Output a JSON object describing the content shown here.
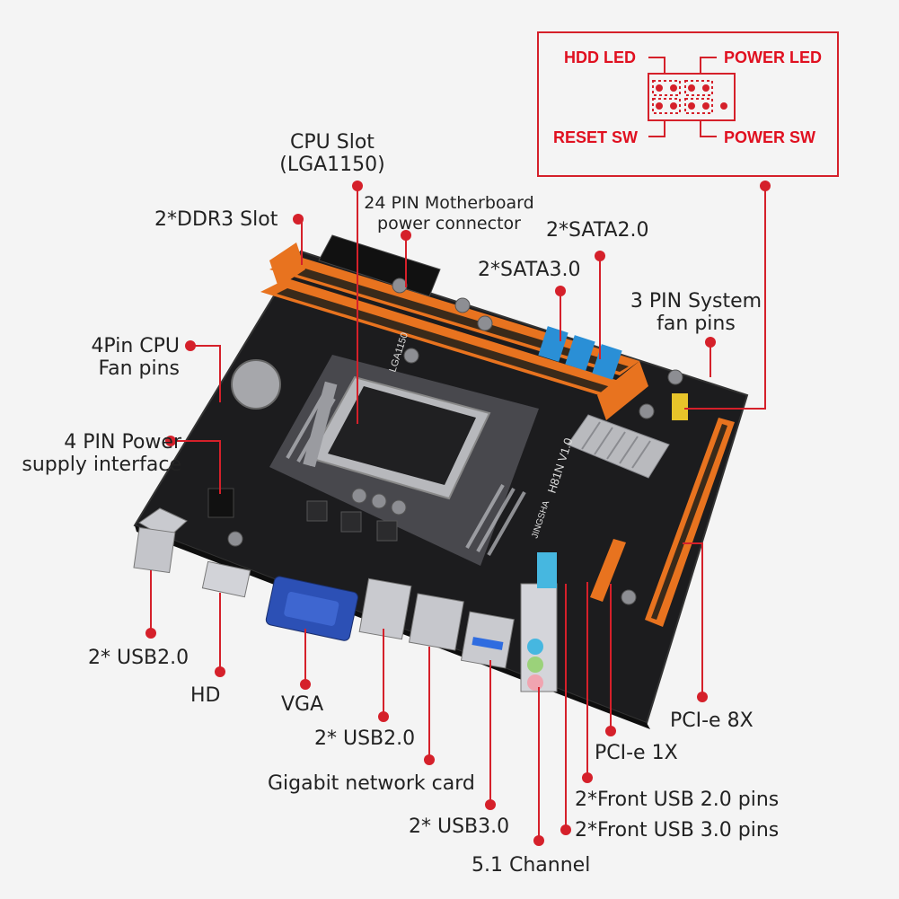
{
  "front_panel": {
    "hdd_led": "HDD  LED",
    "power_led": "POWER LED",
    "reset_sw": "RESET SW",
    "power_sw": "POWER SW"
  },
  "board_silkscreen": {
    "socket": "LGA1150",
    "model": "H81N  V1.0",
    "brand": "JINGSHA"
  },
  "callouts": {
    "cpu_slot_line1": "CPU Slot",
    "cpu_slot_line2": "(LGA1150)",
    "ddr3": "2*DDR3 Slot",
    "power24_line1": "24 PIN Motherboard",
    "power24_line2": "power connector",
    "sata2": "2*SATA2.0",
    "sata3": "2*SATA3.0",
    "sysfan_line1": "3 PIN System",
    "sysfan_line2": "fan pins",
    "cpufan_line1": "4Pin CPU",
    "cpufan_line2": "Fan pins",
    "power4_line1": "4 PIN Power",
    "power4_line2": "supply interface",
    "usb2_left": "2* USB2.0",
    "hd": "HD",
    "vga": "VGA",
    "usb2_mid": "2* USB2.0",
    "gigabit": "Gigabit network card",
    "usb3": "2* USB3.0",
    "audio": "5.1 Channel",
    "front_usb3": "2*Front USB 3.0 pins",
    "front_usb2": "2*Front USB 2.0 pins",
    "pcie1x": "PCI-e 1X",
    "pcie8x": "PCI-e 8X"
  },
  "colors": {
    "accent": "#d5202a",
    "board": "#1c1c1e",
    "dimm_slot": "#e8731f",
    "sata": "#2a8fd6",
    "vga_port": "#2c50b5",
    "usb3_port": "#2f6ce0",
    "audio_blue": "#46b7e0",
    "audio_pink": "#f0a4b0"
  }
}
